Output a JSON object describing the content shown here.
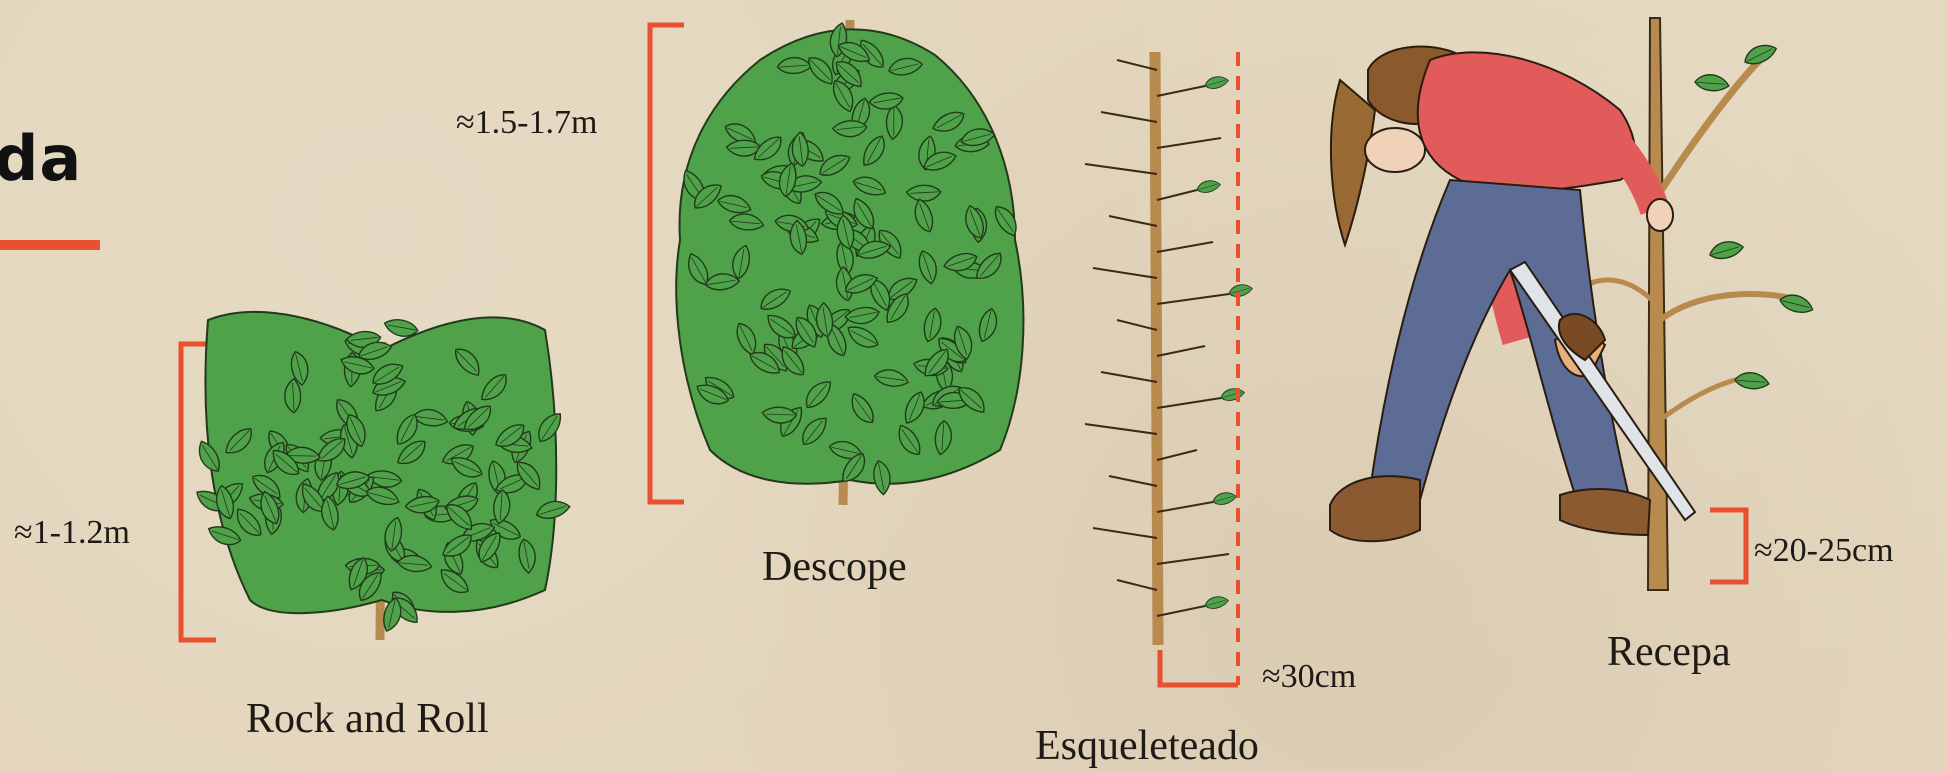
{
  "title": {
    "text": "da"
  },
  "accent_color": "#e8502f",
  "leaf_color": "#4fa24a",
  "trunk_color": "#b88a4e",
  "techniques": [
    {
      "name": "Rock and Roll",
      "measure": "≈1-1.2m"
    },
    {
      "name": "Descope",
      "measure": "≈1.5-1.7m"
    },
    {
      "name": "Esqueleteado",
      "measure": "≈30cm"
    },
    {
      "name": "Recepa",
      "measure": "≈20-25cm"
    }
  ]
}
